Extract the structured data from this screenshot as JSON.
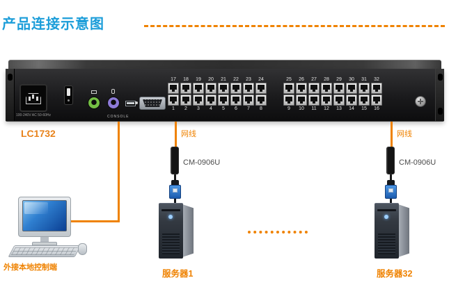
{
  "title": "产品连接示意图",
  "device": {
    "model_label": "LC1732",
    "power_text": "100-240V AC 50-60Hz",
    "console_label": "CONSOLE",
    "banks": {
      "left": {
        "top": [
          "17",
          "18",
          "19",
          "20",
          "21",
          "22",
          "23",
          "24"
        ],
        "bottom": [
          "1",
          "2",
          "3",
          "4",
          "5",
          "6",
          "7",
          "8"
        ]
      },
      "right": {
        "top": [
          "25",
          "26",
          "27",
          "28",
          "29",
          "30",
          "31",
          "32"
        ],
        "bottom": [
          "9",
          "10",
          "11",
          "12",
          "13",
          "14",
          "15",
          "16"
        ]
      }
    }
  },
  "connections": {
    "left": {
      "cable_label": "网线",
      "dongle_label": "CM-0906U"
    },
    "right": {
      "cable_label": "网线",
      "dongle_label": "CM-0906U"
    }
  },
  "endpoints": {
    "local_console_label": "外接本地控制端",
    "server_left_label": "服务器1",
    "server_right_label": "服务器32"
  },
  "colors": {
    "accent_orange": "#EF8200",
    "title_blue": "#1B9DD9",
    "label_orange": "#E8821A"
  }
}
